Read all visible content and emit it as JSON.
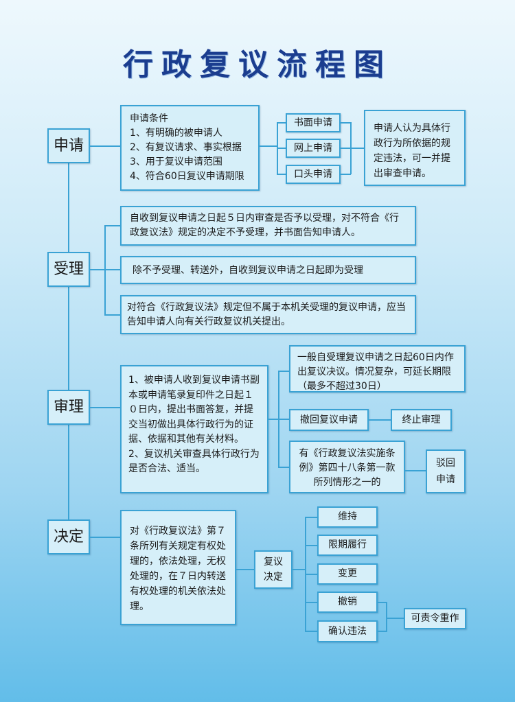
{
  "title": "行政复议流程图",
  "stages": [
    "申请",
    "受理",
    "审理",
    "决定"
  ],
  "apply": {
    "conditions": [
      "申请条件",
      "1、有明确的被申请人",
      "2、有复议请求、事实根据",
      "3、用于复议申请范围",
      "4、符合60日复议申请期限"
    ],
    "methods": [
      "书面申请",
      "网上申请",
      "口头申请"
    ],
    "note": "申请人认为具体行政行为所依据的规定违法，可一并提出审查申请。"
  },
  "accept": {
    "items": [
      "自收到复议申请之日起５日内审查是否予以受理，对不符合《行政复议法》规定的决定不予受理，并书面告知申请人。",
      "除不予受理、转送外，自收到复议申请之日起即为受理",
      "对符合《行政复议法》规定但不属于本机关受理的复议申请，应当告知申请人向有关行政复议机关提出。"
    ]
  },
  "review": {
    "main": "1、被申请人收到复议申请书副本或申请笔录复印件之日起１０日内，提出书面答复，并提交当初做出具体行政行为的证据、依据和其他有关材料。\n2、复议机关审查具体行政行为是否合法、适当。",
    "deadline": "一般自受理复议申请之日起60日内作出复议决议。情况复杂，可延长期限（最多不超过30日）",
    "withdraw": "撤回复议申请",
    "terminate": "终止审理",
    "reject_condition": "有《行政复议法实施条例》第四十八条第一款所列情形之一的",
    "reject": "驳回申请"
  },
  "decide": {
    "main": "对《行政复议法》第７条所列有关规定有权处理的，依法处理，无权处理的，在７日内转送有权处理的机关依法处理。",
    "decision": "复议决定",
    "outcomes": [
      "维持",
      "限期履行",
      "变更",
      "撤销",
      "确认违法"
    ],
    "redo": "可责令重作"
  }
}
